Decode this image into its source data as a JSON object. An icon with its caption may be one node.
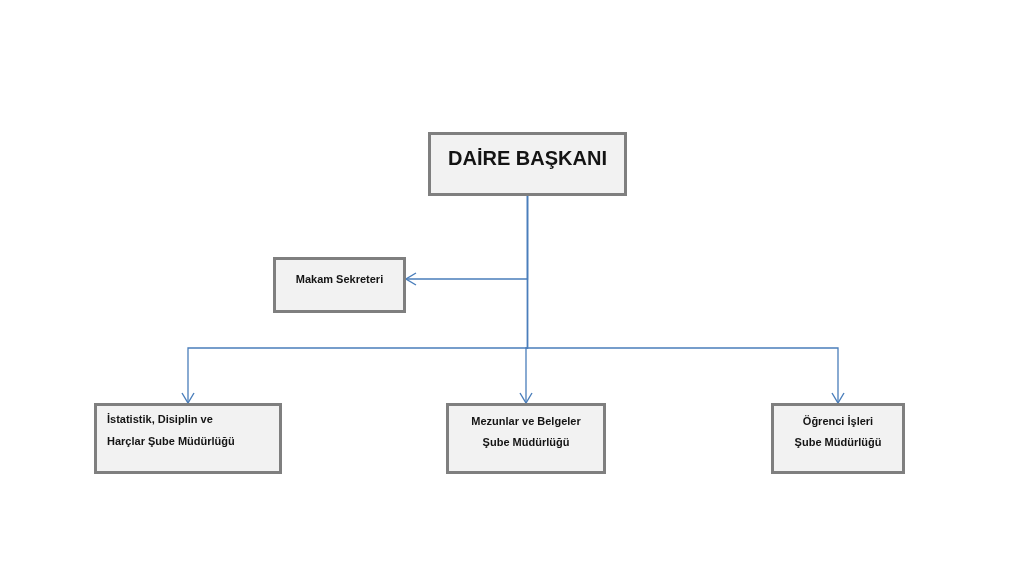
{
  "diagram": {
    "nodes": [
      {
        "text": [
          "DAİRE BAŞKANI"
        ]
      },
      {
        "text": [
          "Makam Sekreteri"
        ]
      },
      {
        "text": [
          "İstatistik, Disiplin ve Harçlar Şube Müdürlüğü"
        ]
      },
      {
        "text": [
          "Mezunlar ve Belgeler Şube Müdürlüğü"
        ]
      },
      {
        "text": [
          "Öğrenci İşleri Şube Müdürlüğü"
        ]
      }
    ],
    "edges": [
      {
        "from": 0,
        "to": 1,
        "arrow": "to"
      },
      {
        "from": 0,
        "to": 2,
        "arrow": "to"
      },
      {
        "from": 0,
        "to": 3,
        "arrow": "to"
      },
      {
        "from": 0,
        "to": 4,
        "arrow": "to"
      }
    ]
  }
}
